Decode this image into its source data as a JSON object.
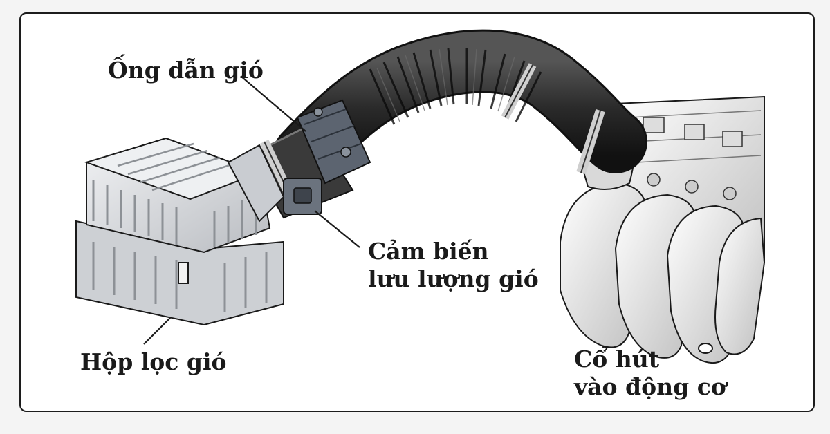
{
  "labels": {
    "duct": "Ống dẫn gió",
    "sensor_line1": "Cảm biến",
    "sensor_line2": "lưu lượng gió",
    "filter_box": "Hộp lọc gió",
    "intake_line1": "Cổ hút",
    "intake_line2": "vào động cơ"
  },
  "colors": {
    "hose": "#2b2b2b",
    "filter_box": "#d8dadd",
    "sensor": "#5c6470",
    "manifold": "#e6e6e6",
    "outline": "#1a1a1a"
  }
}
